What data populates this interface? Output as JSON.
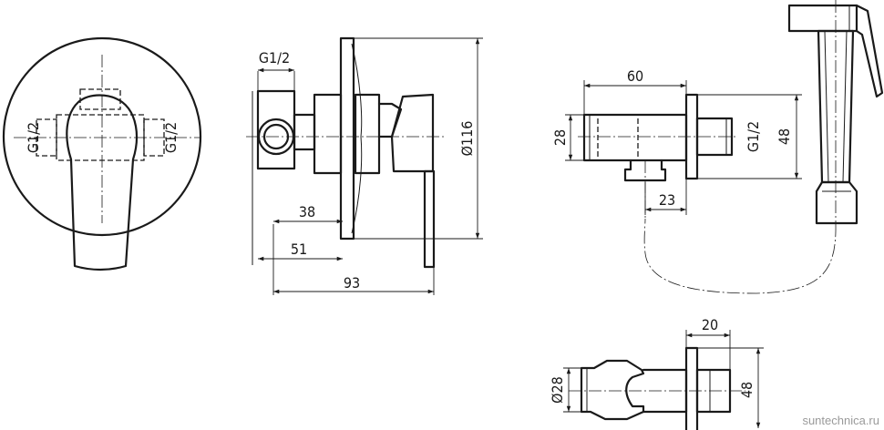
{
  "labels": {
    "thread_front_left": "G1/2",
    "thread_front_right": "G1/2",
    "thread_top": "G1/2",
    "dim_38": "38",
    "dim_51": "51",
    "dim_93": "93",
    "dim_dia116": "Ø116",
    "dim_60": "60",
    "dim_28": "28",
    "thread_holder": "G1/2",
    "dim_48_top": "48",
    "dim_23": "23",
    "dim_20": "20",
    "dim_dia28": "Ø28",
    "dim_48_bottom": "48"
  },
  "watermark": "suntechnica.ru"
}
